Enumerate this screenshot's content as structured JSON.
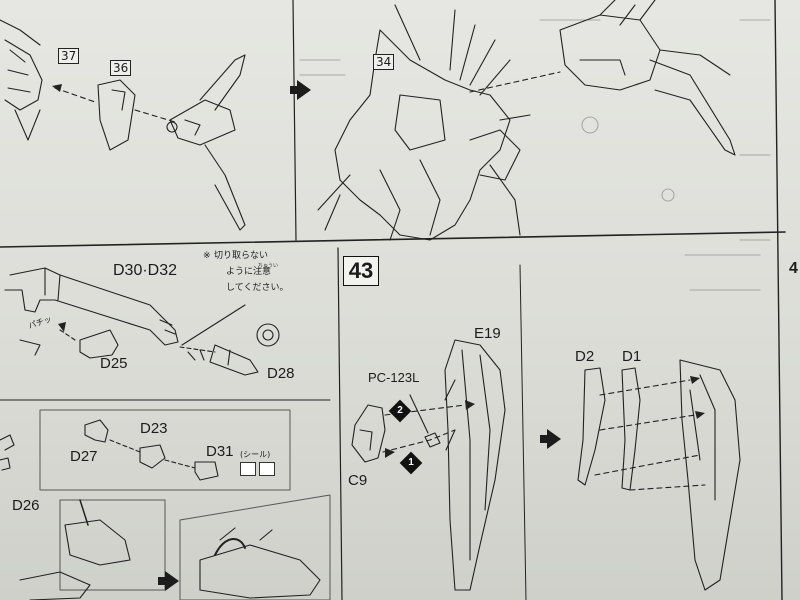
{
  "upper_steps": {
    "part_37": "37",
    "part_36": "36",
    "part_34": "34"
  },
  "left_panel": {
    "parts_main": "D30·D32",
    "parts_d25": "D25",
    "parts_d28": "D28",
    "note_mark": "※",
    "note_line1": "切り取らない",
    "note_line2": "ように注意",
    "note_line3": "してください。",
    "note_ruby": "ちゅうい",
    "pachi": "パチッ",
    "parts_d23": "D23",
    "parts_d27": "D27",
    "parts_d31": "D31",
    "seal_label": "(シール)",
    "parts_d26": "D26"
  },
  "step43": {
    "number": "43",
    "part_e19": "E19",
    "part_pc": "PC-123L",
    "part_c9": "C9",
    "order_1": "1",
    "order_2": "2",
    "part_d2": "D2",
    "part_d1": "D1"
  },
  "page_edge": {
    "right_number": "4"
  },
  "colors": {
    "paper": "#e3e4df",
    "ink": "#1c1c1c"
  }
}
